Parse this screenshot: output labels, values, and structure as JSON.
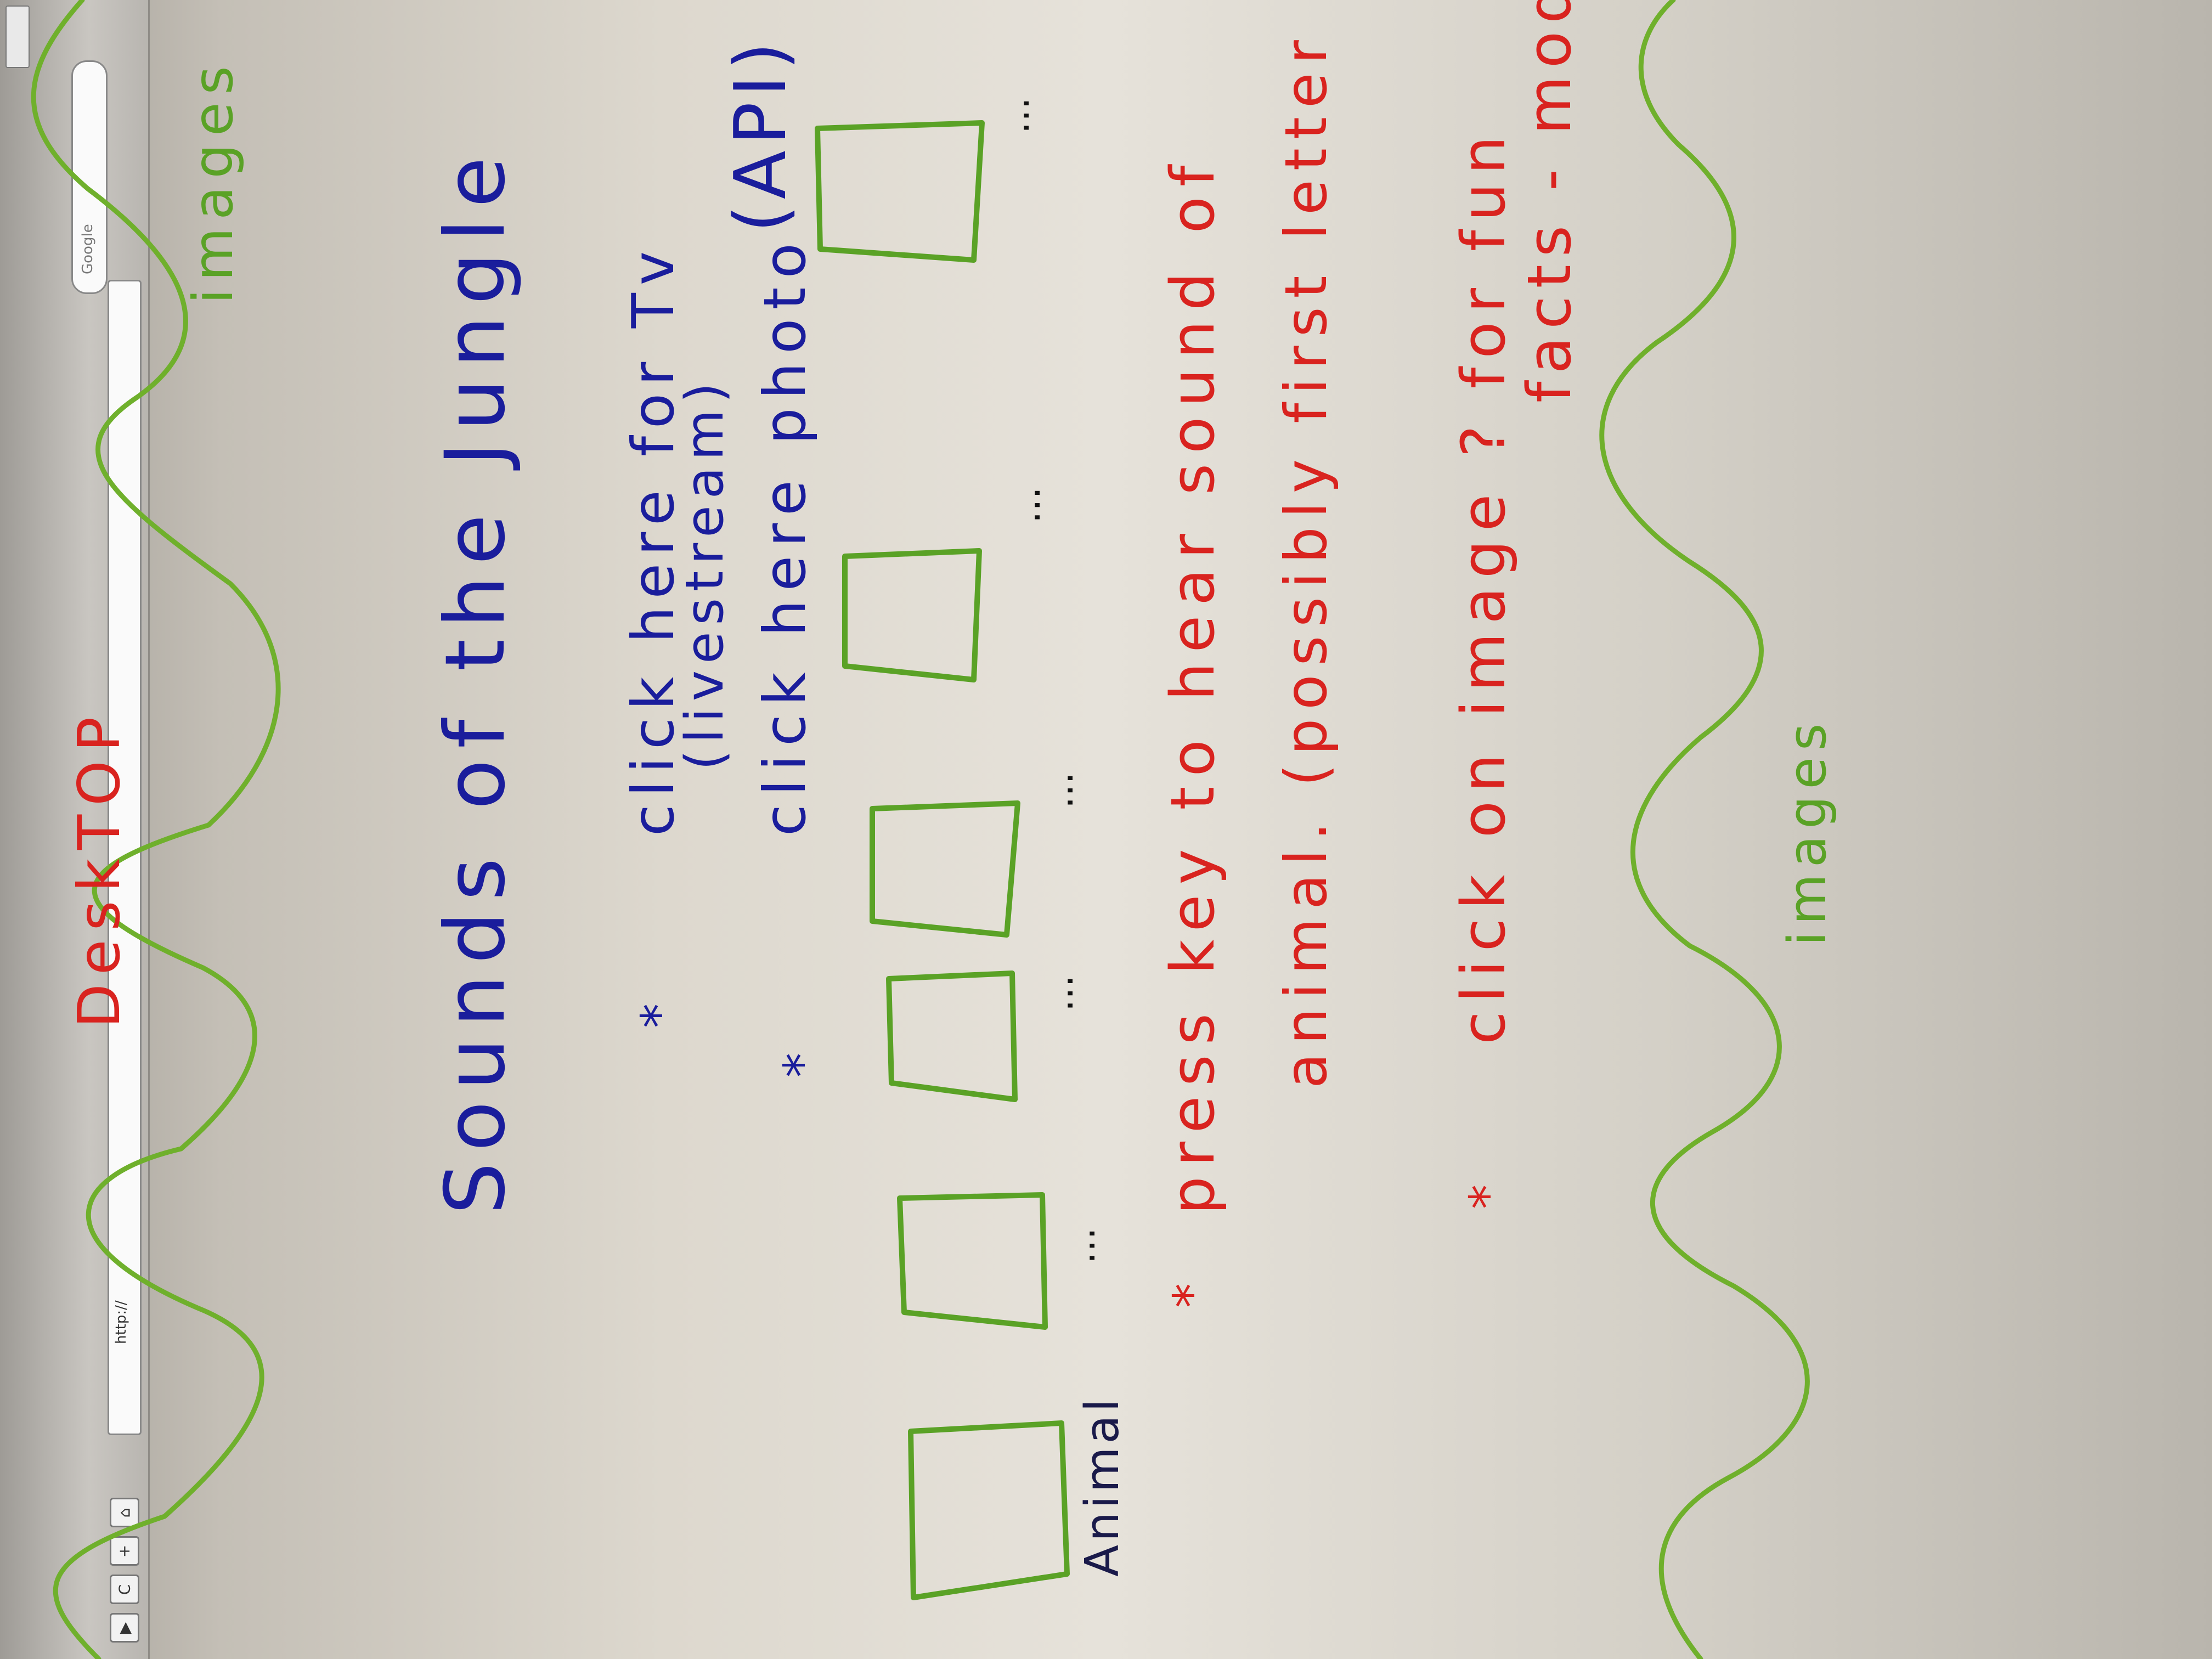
{
  "browser": {
    "address": "http://",
    "search_placeholder": "Google",
    "buttons": [
      "▶",
      "C",
      "+",
      "⌂"
    ]
  },
  "labels": {
    "desktop": "DeskTOP",
    "images_top": "images",
    "images_bottom": "images",
    "title": "Sounds of the Jungle",
    "livestream_line1": "click here for Tv",
    "livestream_line2": "(livestream)",
    "photo": "click here photo",
    "api": "(API)",
    "animal": "Animal",
    "press_line1": "press key to hear sound of",
    "press_line2": "animal. (possibly first letter",
    "click_line1": "click on image ? for fun",
    "click_line2": "facts - modal",
    "star": "*",
    "dots": [
      "...",
      "...",
      "...",
      "...",
      "..."
    ]
  },
  "colors": {
    "blue_ink": "#1a1d9c",
    "red_ink": "#d9231f",
    "green_ink": "#5aa226"
  }
}
